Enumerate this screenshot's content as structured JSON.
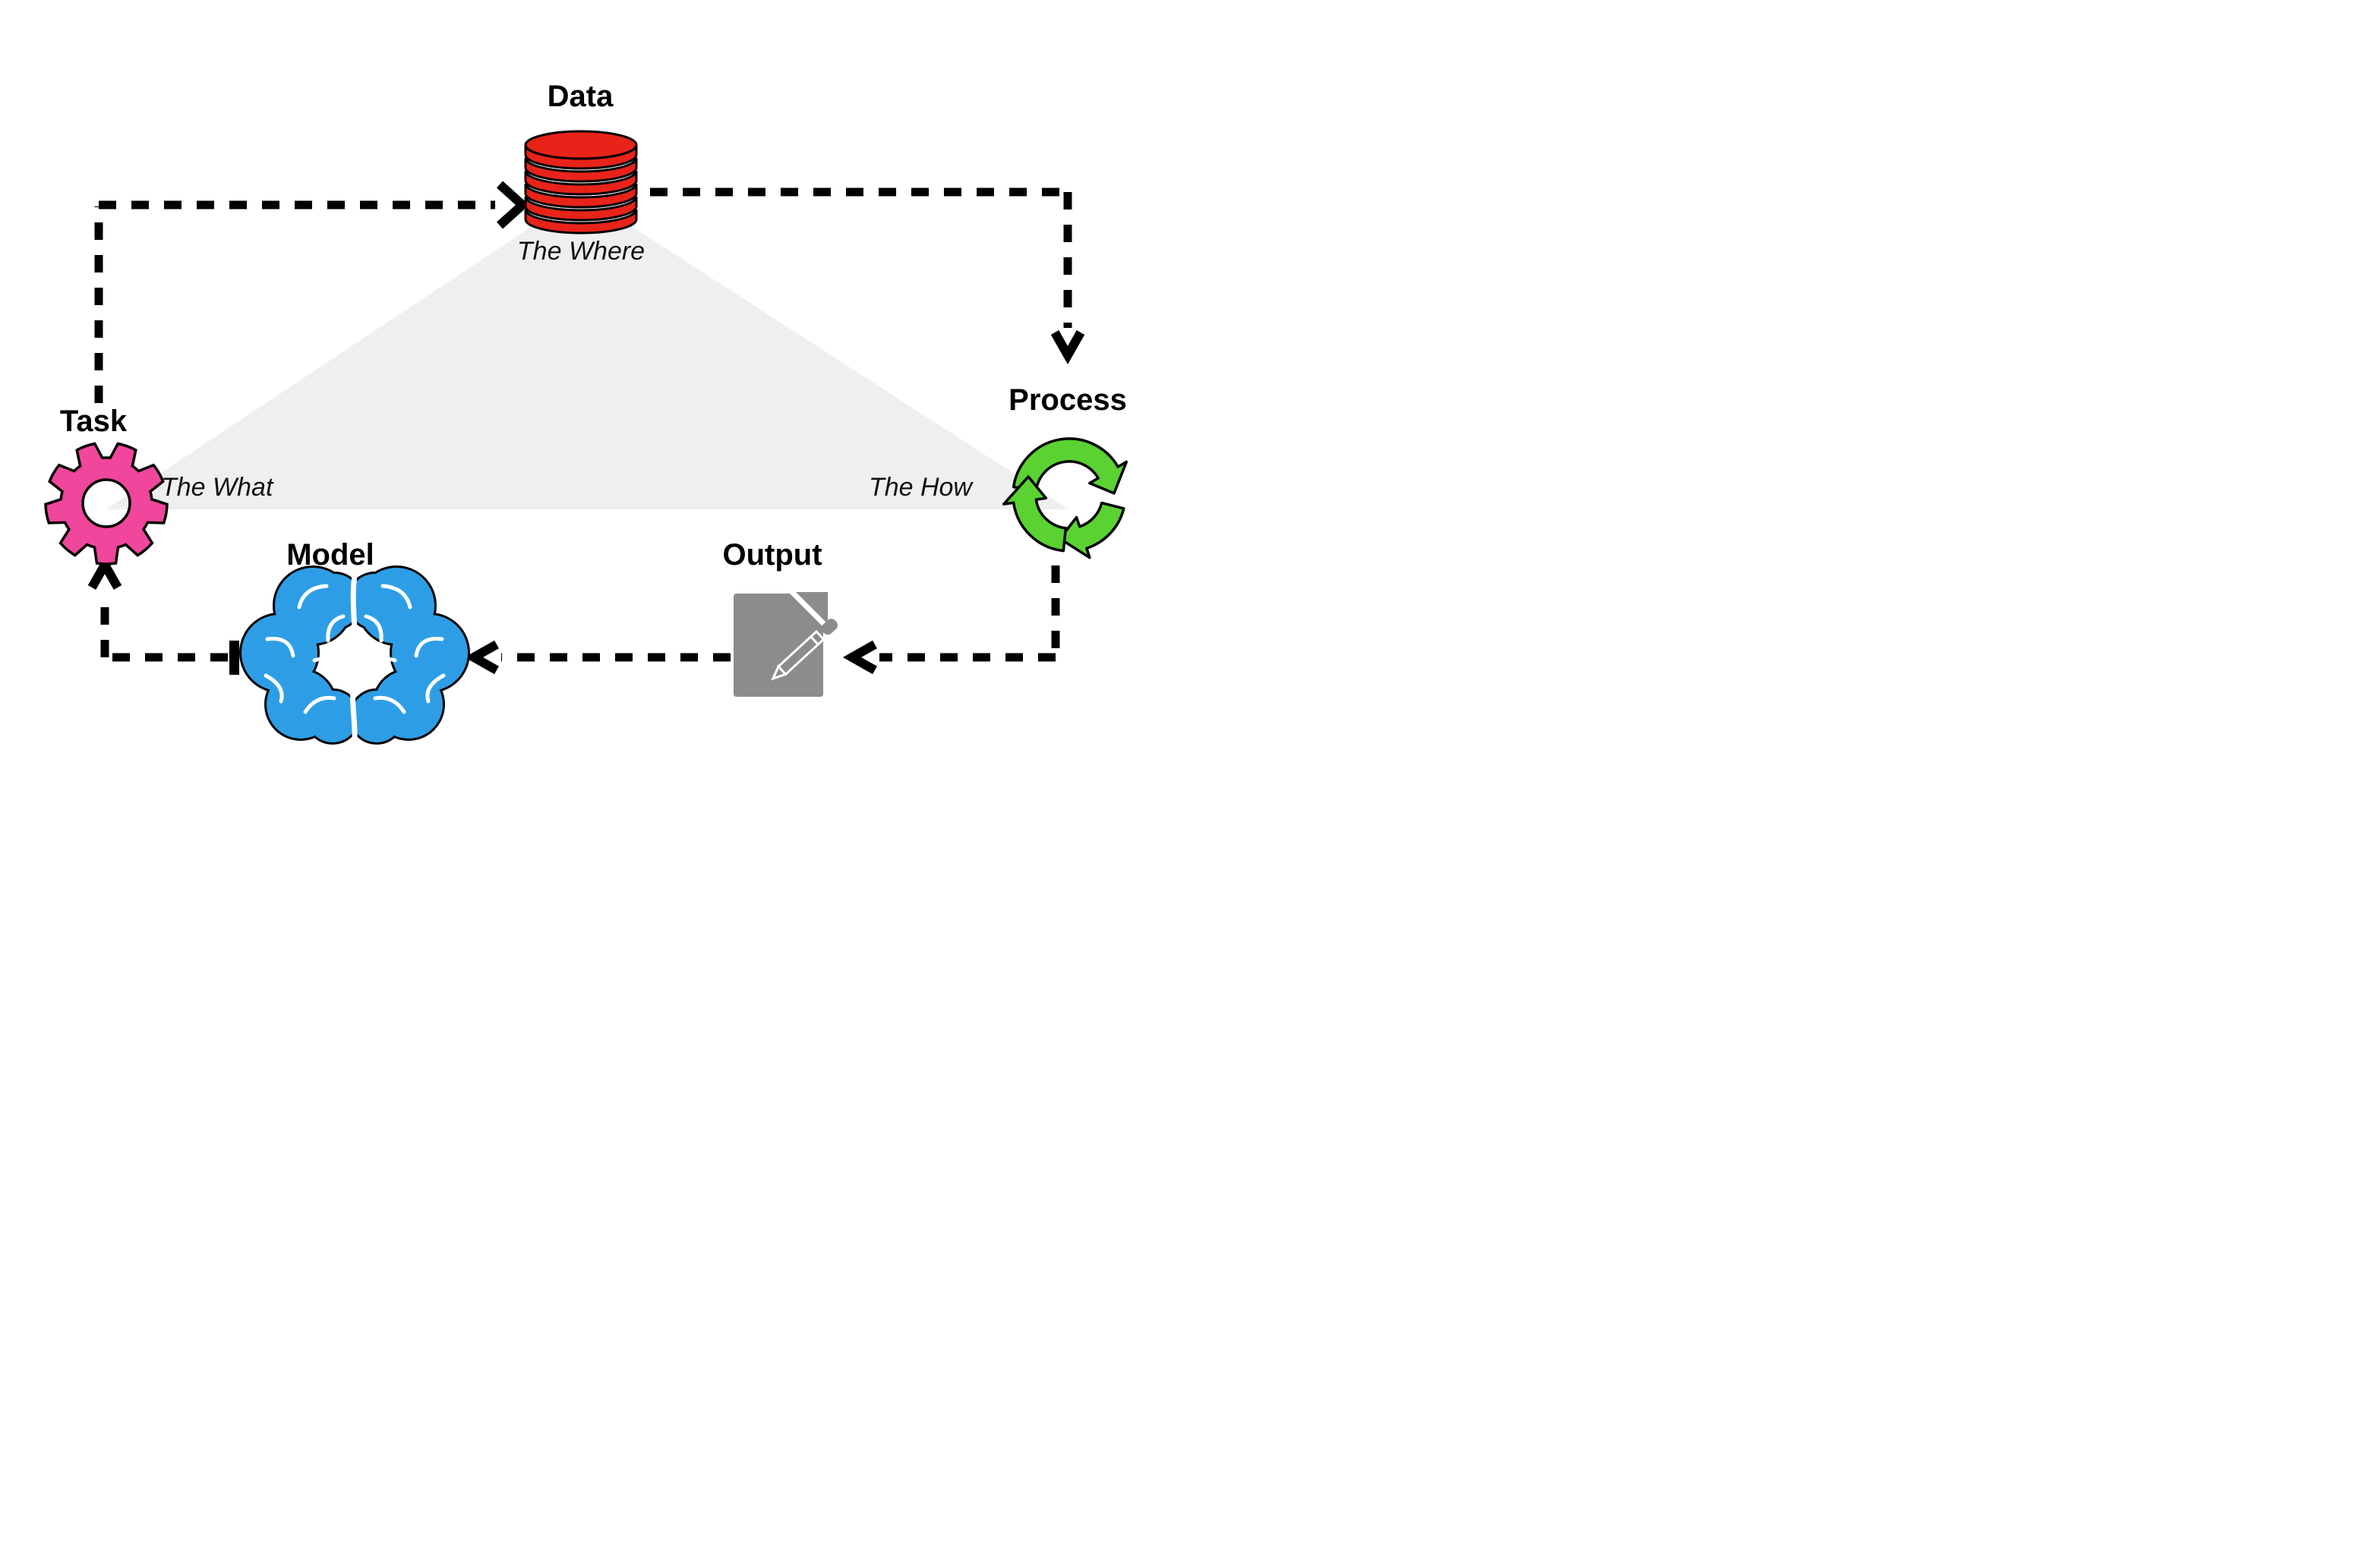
{
  "diagram": {
    "background": "#FFFFFF",
    "triangle_color": "#EFEFEF",
    "nodes": {
      "data": {
        "label": "Data",
        "caption": "The Where",
        "icon": "database-icon",
        "color": "#E82319"
      },
      "task": {
        "label": "Task",
        "caption": "The What",
        "icon": "gear-icon",
        "color": "#F0469B"
      },
      "process": {
        "label": "Process",
        "caption": "The How",
        "icon": "cycle-arrows-icon",
        "color": "#5AD232"
      },
      "model": {
        "label": "Model",
        "caption": "",
        "icon": "brain-icon",
        "color": "#2D9EE6"
      },
      "output": {
        "label": "Output",
        "caption": "",
        "icon": "document-pencil-icon",
        "color": "#8C8C8C"
      }
    },
    "edges": [
      {
        "from": "task",
        "to": "data",
        "style": "dashed-arrow"
      },
      {
        "from": "data",
        "to": "process",
        "style": "dashed-arrow"
      },
      {
        "from": "process",
        "to": "output",
        "style": "dashed-arrow"
      },
      {
        "from": "output",
        "to": "model",
        "style": "dashed-arrow"
      },
      {
        "from": "model",
        "to": "task",
        "style": "dashed-arrow-with-tack"
      }
    ]
  }
}
